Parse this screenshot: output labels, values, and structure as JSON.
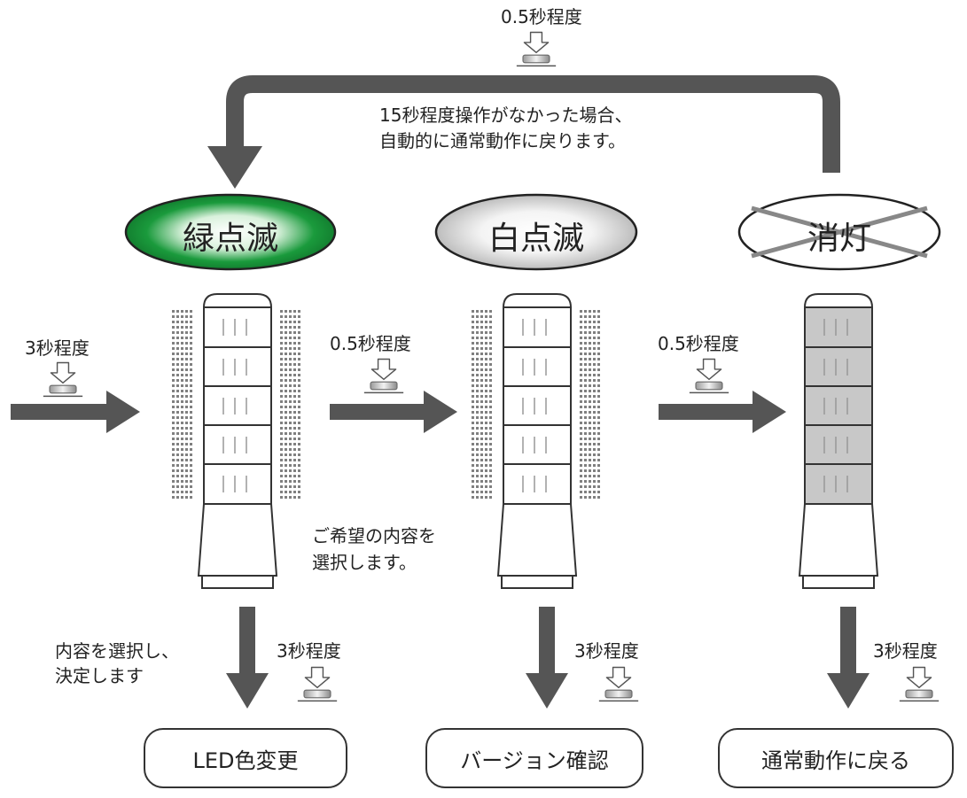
{
  "top_press_label": "0.5秒程度",
  "auto_return_note": [
    "15秒程度操作がなかった場合、",
    "自動的に通常動作に戻ります。"
  ],
  "states": [
    {
      "label": "緑点滅",
      "color": "#1a9a3c"
    },
    {
      "label": "白点滅",
      "color": "#e0e0e0"
    },
    {
      "label": "消灯",
      "color": "#ffffff"
    }
  ],
  "press_labels": {
    "initial": "3秒程度",
    "to_white": "0.5秒程度",
    "to_off": "0.5秒程度",
    "confirm_green": "3秒程度",
    "confirm_white": "3秒程度",
    "confirm_off": "3秒程度"
  },
  "select_note": [
    "ご希望の内容を",
    "選択します。"
  ],
  "decide_note": [
    "内容を選択し、",
    "決定します"
  ],
  "results": [
    "LED色変更",
    "バージョン確認",
    "通常動作に戻る"
  ],
  "colors": {
    "arrow": "#555555",
    "tower_off": "#c8c8c8"
  },
  "icons": {
    "button": "push-button-icon",
    "down_arrow": "hollow-down-arrow-icon"
  }
}
